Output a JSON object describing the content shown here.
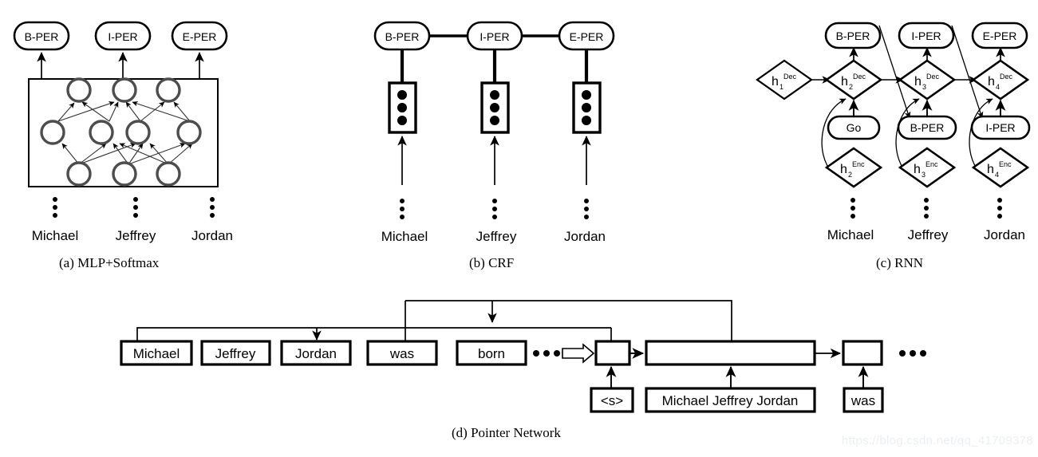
{
  "figure": {
    "watermark": "https://blog.csdn.net/qq_41709378",
    "panels": [
      {
        "id": "a",
        "caption": "(a) MLP+Softmax",
        "tags": [
          "B-PER",
          "I-PER",
          "E-PER"
        ],
        "words": [
          "Michael",
          "Jeffrey",
          "Jordan"
        ],
        "layers": [
          3,
          4,
          3
        ],
        "ellipsis": "⋮"
      },
      {
        "id": "b",
        "caption": "(b) CRF",
        "tags": [
          "B-PER",
          "I-PER",
          "E-PER"
        ],
        "words": [
          "Michael",
          "Jeffrey",
          "Jordan"
        ],
        "cell_dots": 3,
        "ellipsis": "⋮"
      },
      {
        "id": "c",
        "caption": "(c) RNN",
        "output_tags": [
          "B-PER",
          "I-PER",
          "E-PER"
        ],
        "input_tags": [
          "Go",
          "B-PER",
          "I-PER"
        ],
        "decoder_states": [
          {
            "main": "h",
            "sub": "1",
            "sup": "Dec"
          },
          {
            "main": "h",
            "sub": "2",
            "sup": "Dec"
          },
          {
            "main": "h",
            "sub": "3",
            "sup": "Dec"
          },
          {
            "main": "h",
            "sub": "4",
            "sup": "Dec"
          }
        ],
        "encoder_states": [
          {
            "main": "h",
            "sub": "2",
            "sup": "Enc"
          },
          {
            "main": "h",
            "sub": "3",
            "sup": "Enc"
          },
          {
            "main": "h",
            "sub": "4",
            "sup": "Enc"
          }
        ],
        "words": [
          "Michael",
          "Jeffrey",
          "Jordan"
        ],
        "ellipsis": "⋮"
      },
      {
        "id": "d",
        "caption": "(d) Pointer Network",
        "source_tokens": [
          "Michael",
          "Jeffrey",
          "Jordan",
          "was",
          "born"
        ],
        "source_ellipsis": "•••",
        "tail_ellipsis": "•••",
        "decoder_inputs": [
          "<s>",
          "Michael Jeffrey Jordan",
          "was"
        ],
        "decoder_cells": [
          "",
          "",
          ""
        ]
      }
    ]
  },
  "colors": {
    "stroke": "#000000",
    "node_gray": "#4d4d4d",
    "background": "#ffffff",
    "watermark": "#eceff1"
  }
}
